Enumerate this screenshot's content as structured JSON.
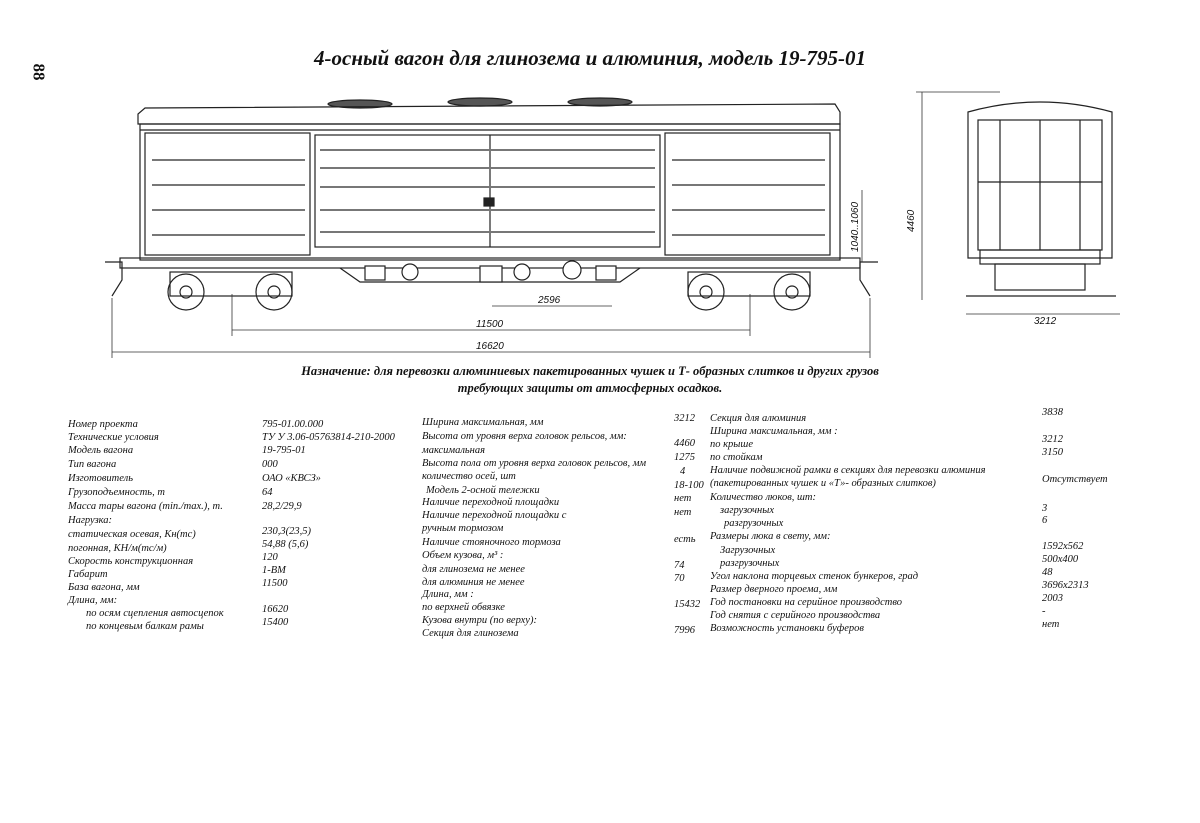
{
  "page_number": "88",
  "title": "4-осный вагон для глинозема и алюминия, модель 19-795-01",
  "dimensions": {
    "d2596": "2596",
    "d11500": "11500",
    "d16620": "16620",
    "d4460": "4460",
    "d1040_1060": "1040..1060",
    "d3212": "3212"
  },
  "purpose_line1": "Назначение: для перевозки алюминиевых пакетированных чушек и Т- образных слитков и других грузов",
  "purpose_line2": "требующих защиты от атмосферных осадков.",
  "col1": {
    "r1l": "Номер проекта",
    "r1v": "795-01.00.000",
    "r2l": "Технические условия",
    "r2v": "ТУ У 3.06-05763814-210-2000",
    "r3l": "Модель вагона",
    "r3v": "19-795-01",
    "r4l": "Тип вагона",
    "r4v": "000",
    "r5l": "Изготовитель",
    "r5v": "ОАО «КВСЗ»",
    "r6l": "Грузоподъемность, т",
    "r6v": "64",
    "r7l": "Масса тары вагона (min./max.), т.",
    "r7v": "28,2/29,9",
    "r8l": "Нагрузка:",
    "r9l": "статическая осевая, Кн(тс)",
    "r9v": "230,3(23,5)",
    "r10l": "погонная, КН/м(тс/м)",
    "r10v": "54,88 (5,6)",
    "r11l": "Скорость конструкционная",
    "r11v": "120",
    "r12l": "Габарит",
    "r12v": "1-ВМ",
    "r13l": "База вагона, мм",
    "r13v": "11500",
    "r14l": "Длина, мм:",
    "r15l": "по осям сцепления автосцепок",
    "r15v": "16620",
    "r16l": "по концевым балкам рамы",
    "r16v": "15400"
  },
  "col2": {
    "r1l": "Ширина максимальная, мм",
    "r1v": "3212",
    "r2l": "Высота от уровня верха головок рельсов, мм:",
    "r3l": "максимальная",
    "r3v": "4460",
    "r4l": "Высота пола от уровня верха головок рельсов, мм",
    "r4v": "1275",
    "r5l": "количество осей, шт",
    "r5v": "4",
    "r6l": "Модель 2-осной тележки",
    "r6v": "18-100",
    "r7l": "Наличие переходной площадки",
    "r7v": "нет",
    "r8l": "Наличие переходной площадки с",
    "r8v": "нет",
    "r9l": "ручным тормозом",
    "r10l": "Наличие стояночного тормоза",
    "r10v": "есть",
    "r11l": "Объем кузова, м³ :",
    "r12l": "для глинозема не менее",
    "r12v": "74",
    "r13l": "для алюминия не менее",
    "r13v": "70",
    "r14l": "Длина, мм :",
    "r15l": "по верхней обвязке",
    "r15v": "15432",
    "r16l": "Кузова внутри (по верху):",
    "r17l": "Секция для глинозема",
    "r17v": "7996"
  },
  "col3": {
    "r1l": "Секция для алюминия",
    "r1v": "3838",
    "r2l": "Ширина максимальная, мм :",
    "r3l": "по крыше",
    "r3v": "3212",
    "r4l": "по стойкам",
    "r4v": "3150",
    "r5l": "Наличие подвижной рамки в секциях для перевозки алюминия",
    "r6l": "(пакетированных чушек и «Т»- образных слитков)",
    "r6v": "Отсутствует",
    "r7l": "Количество люков, шт:",
    "r8l": "загрузочных",
    "r8v": "3",
    "r9l": "разгрузочных",
    "r9v": "6",
    "r10l": "Размеры люка в свету, мм:",
    "r11l": "Загрузочных",
    "r11v": "1592х562",
    "r12l": "разгрузочных",
    "r12v": "500х400",
    "r13l": "Угол наклона торцевых стенок бункеров, град",
    "r13v": "48",
    "r14l": "Размер дверного проема, мм",
    "r14v": "3696х2313",
    "r15l": "Год постановки на серийное производство",
    "r15v": "2003",
    "r16l": "Год снятия с серийного производства",
    "r16v": "-",
    "r17l": "Возможность установки буферов",
    "r17v": "нет"
  }
}
